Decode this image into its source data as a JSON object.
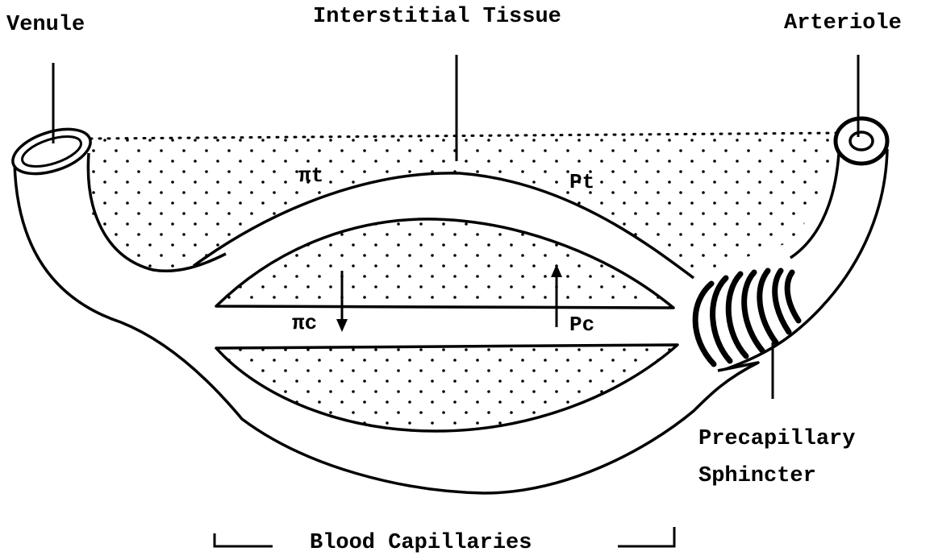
{
  "labels": {
    "venule": "Venule",
    "interstitial": "Interstitial Tissue",
    "arteriole": "Arteriole",
    "pi_t": "πt",
    "p_t": "Pt",
    "pi_c": "πc",
    "p_c": "Pc",
    "sphincter_line1": "Precapillary",
    "sphincter_line2": "Sphincter",
    "capillaries": "Blood Capillaries"
  },
  "colors": {
    "ink": "#000000",
    "paper": "#ffffff"
  }
}
